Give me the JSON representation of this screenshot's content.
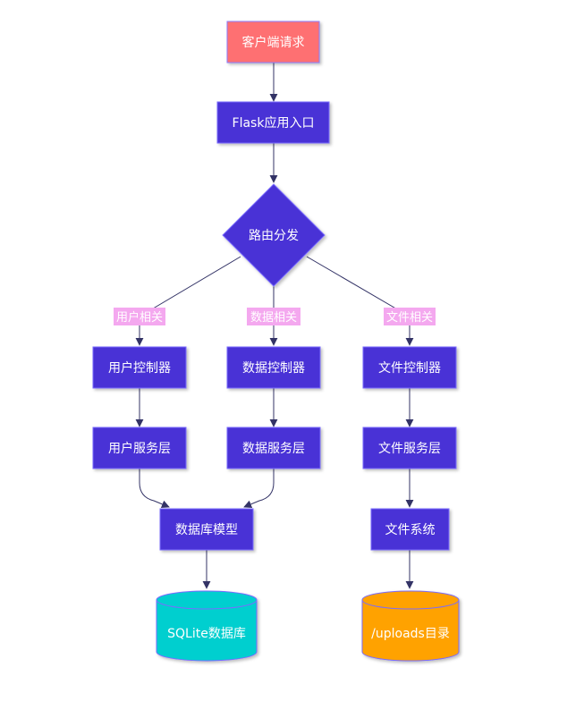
{
  "colors": {
    "process": "#4a33d6",
    "client": "#fe6f72",
    "edge": "#333366",
    "edge_label_bg": "#f4a8ef",
    "sqlite_db": "#00cfcf",
    "uploads_db": "#ffa201"
  },
  "nodes": {
    "client_request": "客户端请求",
    "flask_entry": "Flask应用入口",
    "routing": "路由分发",
    "user_controller": "用户控制器",
    "data_controller": "数据控制器",
    "file_controller": "文件控制器",
    "user_service": "用户服务层",
    "data_service": "数据服务层",
    "file_service": "文件服务层",
    "db_model": "数据库模型",
    "file_system": "文件系统",
    "sqlite_db": "SQLite数据库",
    "uploads_dir": "/uploads目录"
  },
  "edge_labels": {
    "user": "用户相关",
    "data": "数据相关",
    "file": "文件相关"
  }
}
